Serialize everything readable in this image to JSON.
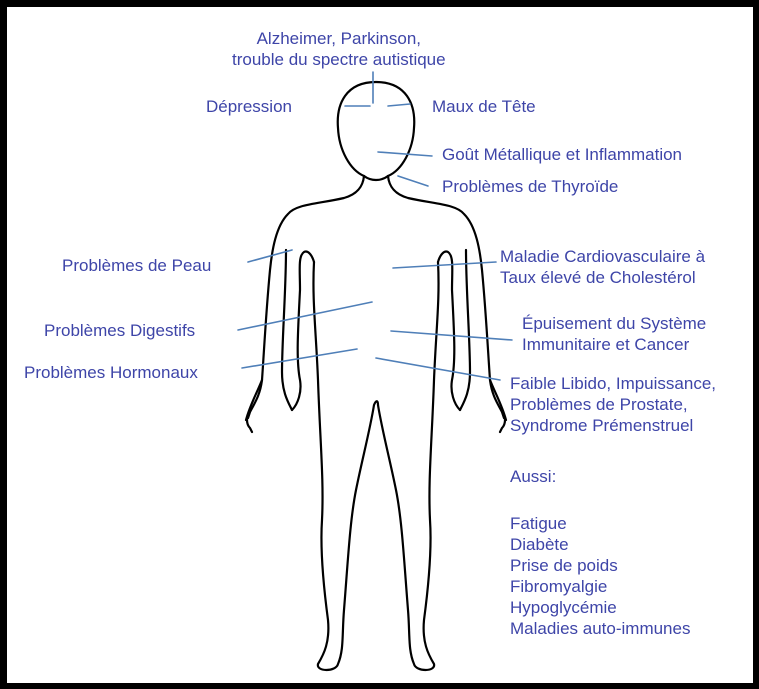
{
  "labels": {
    "brain": [
      "Alzheimer, Parkinson,",
      "trouble du spectre autistique"
    ],
    "depression": "Dépression",
    "headache": "Maux de Tête",
    "metallic_taste": "Goût Métallique et Inflammation",
    "thyroid": "Problèmes de Thyroïde",
    "skin": "Problèmes de Peau",
    "cardio": [
      "Maladie Cardiovasculaire à",
      "Taux élevé de Cholestérol"
    ],
    "digestive": "Problèmes Digestifs",
    "immune": [
      "Épuisement du Système",
      "Immunitaire et Cancer"
    ],
    "hormonal": "Problèmes Hormonaux",
    "libido": [
      "Faible Libido, Impuissance,",
      "Problèmes de Prostate,",
      "Syndrome Prémenstruel"
    ]
  },
  "also": {
    "heading": "Aussi:",
    "items": [
      "Fatigue",
      "Diabète",
      "Prise de poids",
      "Fibromyalgie",
      "Hypoglycémie",
      "Maladies auto-immunes"
    ]
  },
  "colors": {
    "label_text": "#3e45a8",
    "leader_line": "#4f7fb8",
    "outline": "#000000"
  }
}
